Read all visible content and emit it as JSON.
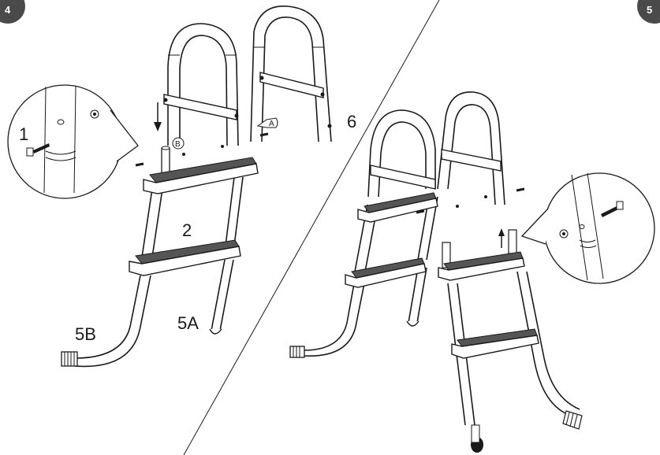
{
  "steps": {
    "left": "4",
    "right": "5"
  },
  "parts": {
    "screw": "1",
    "step": "2",
    "leg_a": "5A",
    "leg_b": "5B",
    "top_rail": "6",
    "marker_a": "A",
    "marker_b": "B"
  },
  "colors": {
    "badge": "#4a4a4a",
    "line": "#1a1a1a",
    "tread": "#555555"
  }
}
